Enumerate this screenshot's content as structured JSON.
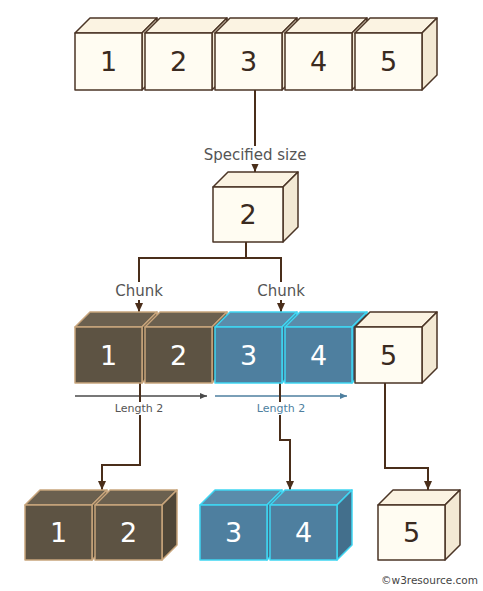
{
  "diagram": {
    "nodes": [
      {
        "text": [
          "1"
        ]
      },
      {
        "text": [
          "2"
        ]
      },
      {
        "text": [
          "3"
        ]
      },
      {
        "text": [
          "4"
        ]
      },
      {
        "text": [
          "5"
        ]
      },
      {
        "text": [
          "2"
        ]
      },
      {
        "text": [
          "1"
        ]
      },
      {
        "text": [
          "2"
        ]
      },
      {
        "text": [
          "3"
        ]
      },
      {
        "text": [
          "4"
        ]
      },
      {
        "text": [
          "5"
        ]
      },
      {
        "text": [
          "1"
        ]
      },
      {
        "text": [
          "2"
        ]
      },
      {
        "text": [
          "3"
        ]
      },
      {
        "text": [
          "4"
        ]
      },
      {
        "text": [
          "5"
        ]
      }
    ],
    "edges": [
      {
        "from": 2,
        "to": 5,
        "arrow": "to"
      },
      {
        "from": 5,
        "to": 6,
        "label": "Chunk",
        "arrow": "to"
      },
      {
        "from": 5,
        "to": 8,
        "label": "Chunk",
        "arrow": "to"
      },
      {
        "from": 6,
        "to": 11,
        "arrow": "to"
      },
      {
        "from": 8,
        "to": 13,
        "arrow": "to"
      },
      {
        "from": 10,
        "to": 15,
        "arrow": "to"
      }
    ],
    "labels": [
      "Specified size",
      "Length 2",
      "Length 2",
      "©w3resource.com"
    ]
  }
}
